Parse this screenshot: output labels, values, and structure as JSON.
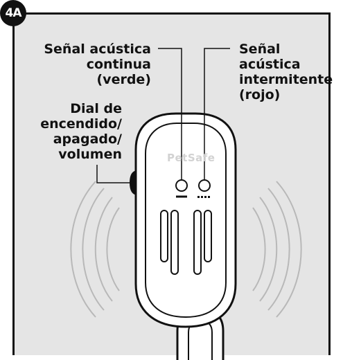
{
  "figure_id": "4A",
  "brand": "PetSafe",
  "labels": {
    "continuous": [
      "Señal acústica",
      "continua",
      "(verde)"
    ],
    "intermittent": [
      "Señal",
      "acústica",
      "intermitente",
      "(rojo)"
    ],
    "dial": [
      "Dial de",
      "encendido/",
      "apagado/",
      "volumen"
    ]
  },
  "colors": {
    "background": "#e5e5e5",
    "ink": "#111111",
    "sound_waves": "#b8b8b8"
  },
  "icons": [
    "sound-wave-icon",
    "led-icon",
    "grille-slot-icon",
    "dial-knob-icon"
  ]
}
